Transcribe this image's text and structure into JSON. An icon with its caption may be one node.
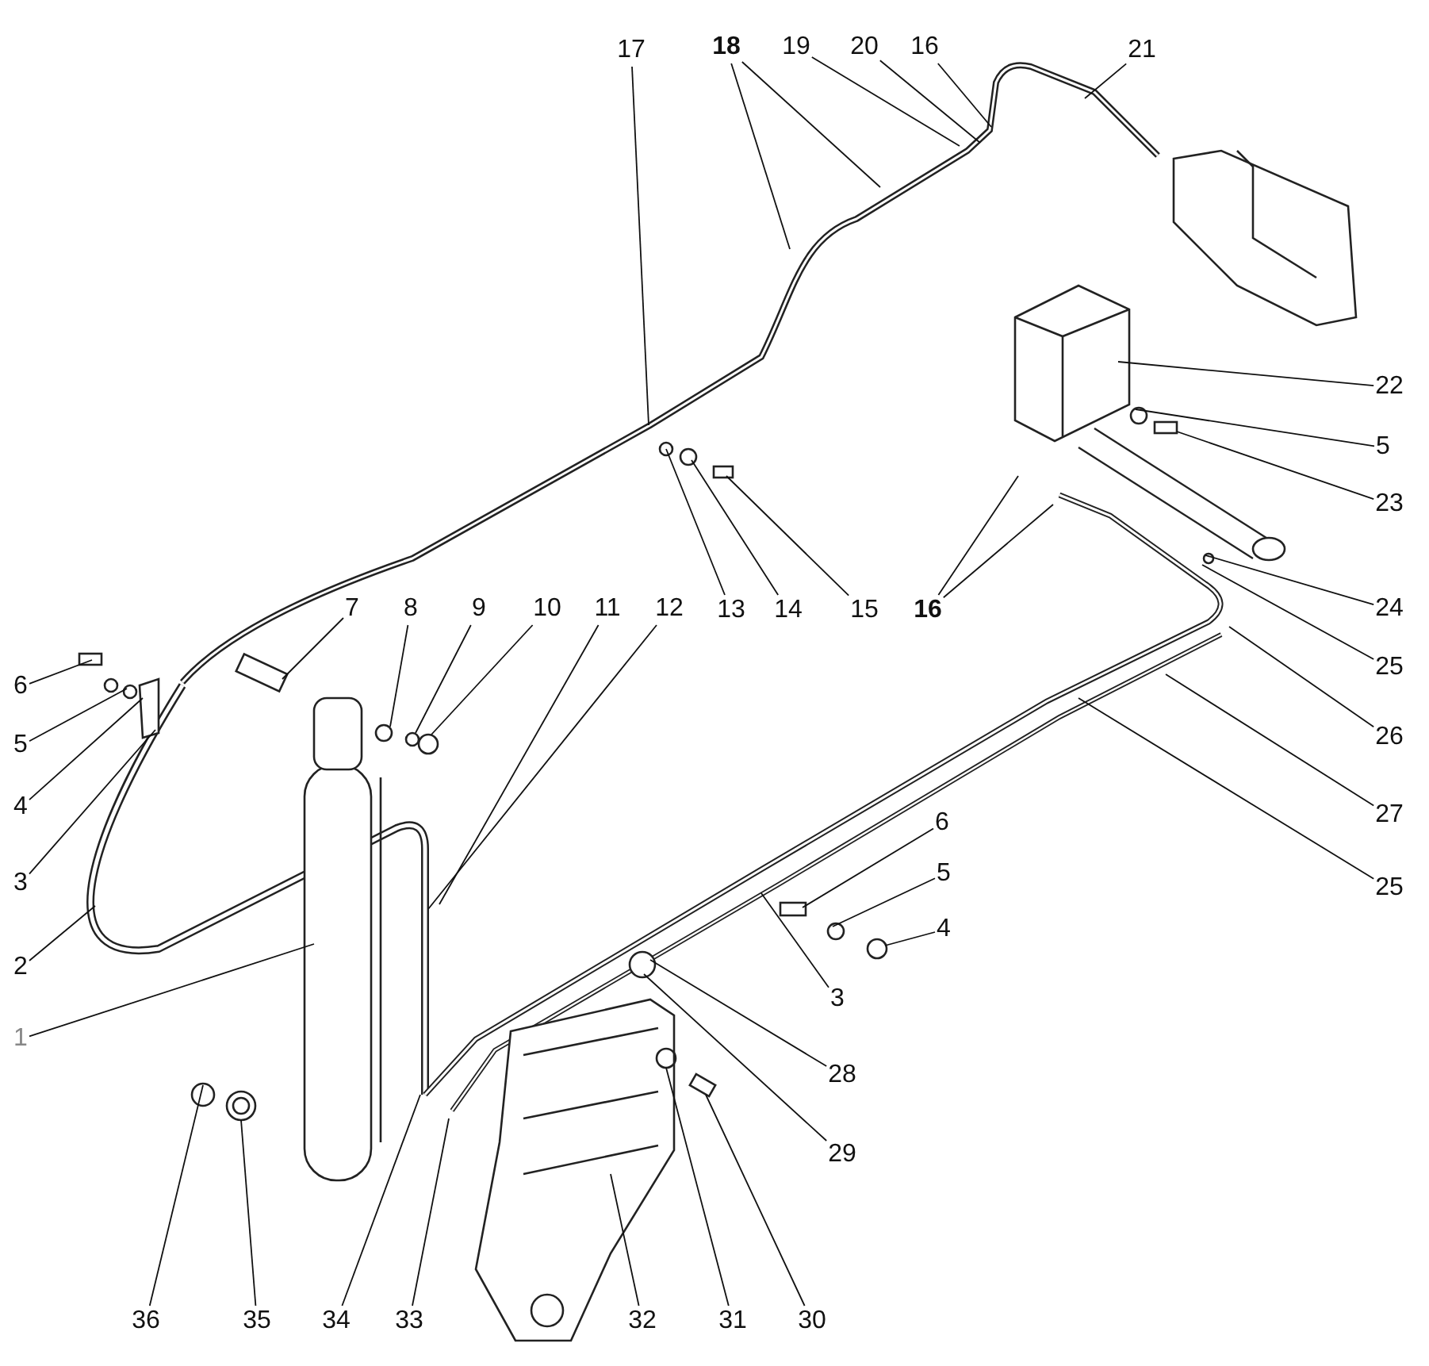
{
  "diagram": {
    "nodes": [
      {
        "text": [
          "17"
        ]
      },
      {
        "text": [
          "18"
        ]
      },
      {
        "text": [
          "19"
        ]
      },
      {
        "text": [
          "20"
        ]
      },
      {
        "text": [
          "16"
        ]
      },
      {
        "text": [
          "21"
        ]
      },
      {
        "text": [
          "22"
        ]
      },
      {
        "text": [
          "5"
        ]
      },
      {
        "text": [
          "23"
        ]
      },
      {
        "text": [
          "24"
        ]
      },
      {
        "text": [
          "25"
        ]
      },
      {
        "text": [
          "26"
        ]
      },
      {
        "text": [
          "27"
        ]
      },
      {
        "text": [
          "25"
        ]
      },
      {
        "text": [
          "16"
        ]
      },
      {
        "text": [
          "13"
        ]
      },
      {
        "text": [
          "14"
        ]
      },
      {
        "text": [
          "15"
        ]
      },
      {
        "text": [
          "7"
        ]
      },
      {
        "text": [
          "8"
        ]
      },
      {
        "text": [
          "9"
        ]
      },
      {
        "text": [
          "10"
        ]
      },
      {
        "text": [
          "11"
        ]
      },
      {
        "text": [
          "12"
        ]
      },
      {
        "text": [
          "6"
        ]
      },
      {
        "text": [
          "5"
        ]
      },
      {
        "text": [
          "4"
        ]
      },
      {
        "text": [
          "3"
        ]
      },
      {
        "text": [
          "2"
        ]
      },
      {
        "text": [
          "1"
        ]
      },
      {
        "text": [
          "6"
        ]
      },
      {
        "text": [
          "5"
        ]
      },
      {
        "text": [
          "4"
        ]
      },
      {
        "text": [
          "3"
        ]
      },
      {
        "text": [
          "28"
        ]
      },
      {
        "text": [
          "29"
        ]
      },
      {
        "text": [
          "36"
        ]
      },
      {
        "text": [
          "35"
        ]
      },
      {
        "text": [
          "34"
        ]
      },
      {
        "text": [
          "33"
        ]
      },
      {
        "text": [
          "32"
        ]
      },
      {
        "text": [
          "31"
        ]
      },
      {
        "text": [
          "30"
        ]
      }
    ],
    "edges": [
      {
        "from": 0,
        "to": null,
        "arrow": "none"
      },
      {
        "from": 1,
        "to": null,
        "arrow": "none"
      },
      {
        "from": 1,
        "to": null,
        "arrow": "none"
      },
      {
        "from": 2,
        "to": null,
        "arrow": "none"
      },
      {
        "from": 3,
        "to": null,
        "arrow": "none"
      },
      {
        "from": 4,
        "to": null,
        "arrow": "none"
      },
      {
        "from": 5,
        "to": null,
        "arrow": "none"
      },
      {
        "from": 6,
        "to": null,
        "arrow": "none"
      },
      {
        "from": 7,
        "to": null,
        "arrow": "none"
      },
      {
        "from": 8,
        "to": null,
        "arrow": "none"
      },
      {
        "from": 9,
        "to": null,
        "arrow": "none"
      },
      {
        "from": 10,
        "to": null,
        "arrow": "none"
      },
      {
        "from": 11,
        "to": null,
        "arrow": "none"
      },
      {
        "from": 12,
        "to": null,
        "arrow": "none"
      },
      {
        "from": 13,
        "to": null,
        "arrow": "none"
      },
      {
        "from": 14,
        "to": null,
        "arrow": "none"
      },
      {
        "from": 14,
        "to": null,
        "arrow": "none"
      },
      {
        "from": 15,
        "to": null,
        "arrow": "none"
      },
      {
        "from": 16,
        "to": null,
        "arrow": "none"
      },
      {
        "from": 17,
        "to": null,
        "arrow": "none"
      },
      {
        "from": 18,
        "to": null,
        "arrow": "none"
      },
      {
        "from": 19,
        "to": null,
        "arrow": "none"
      },
      {
        "from": 20,
        "to": null,
        "arrow": "none"
      },
      {
        "from": 21,
        "to": null,
        "arrow": "none"
      },
      {
        "from": 22,
        "to": null,
        "arrow": "none"
      },
      {
        "from": 23,
        "to": null,
        "arrow": "none"
      },
      {
        "from": 24,
        "to": null,
        "arrow": "none"
      },
      {
        "from": 25,
        "to": null,
        "arrow": "none"
      },
      {
        "from": 26,
        "to": null,
        "arrow": "none"
      },
      {
        "from": 27,
        "to": null,
        "arrow": "none"
      },
      {
        "from": 28,
        "to": null,
        "arrow": "none"
      },
      {
        "from": 29,
        "to": null,
        "arrow": "none"
      },
      {
        "from": 30,
        "to": null,
        "arrow": "none"
      },
      {
        "from": 31,
        "to": null,
        "arrow": "none"
      },
      {
        "from": 32,
        "to": null,
        "arrow": "none"
      },
      {
        "from": 33,
        "to": null,
        "arrow": "none"
      },
      {
        "from": 34,
        "to": null,
        "arrow": "none"
      },
      {
        "from": 35,
        "to": null,
        "arrow": "none"
      },
      {
        "from": 36,
        "to": null,
        "arrow": "none"
      },
      {
        "from": 37,
        "to": null,
        "arrow": "none"
      },
      {
        "from": 38,
        "to": null,
        "arrow": "none"
      },
      {
        "from": 39,
        "to": null,
        "arrow": "none"
      },
      {
        "from": 40,
        "to": null,
        "arrow": "none"
      },
      {
        "from": 41,
        "to": null,
        "arrow": "none"
      },
      {
        "from": 42,
        "to": null,
        "arrow": "none"
      }
    ]
  }
}
